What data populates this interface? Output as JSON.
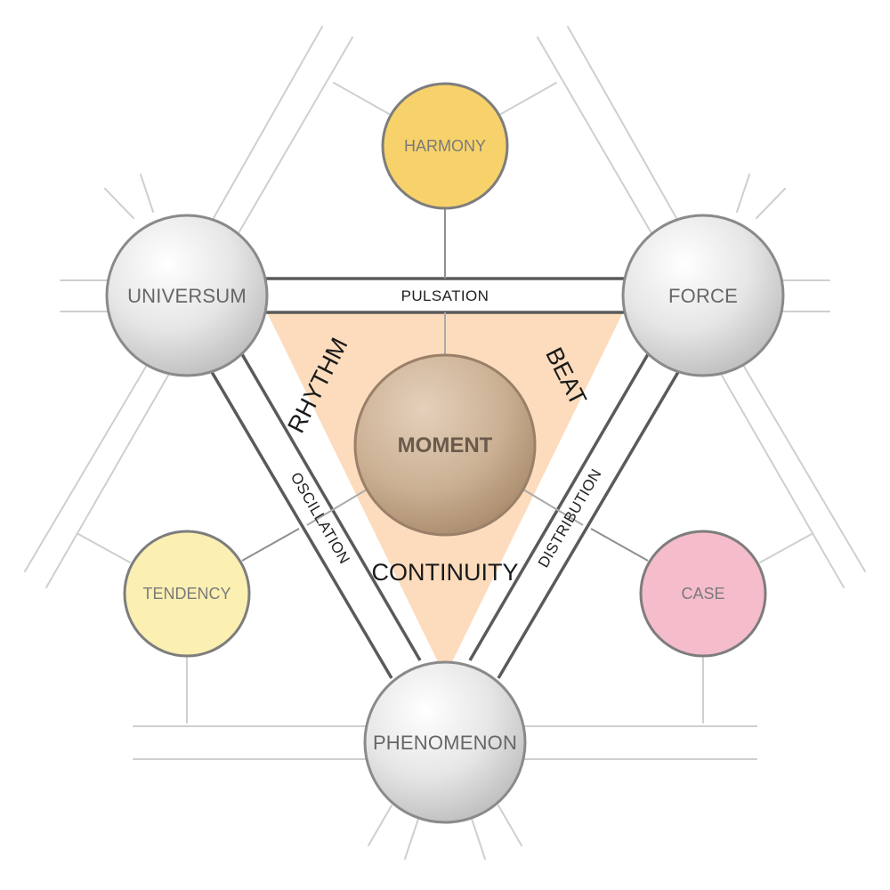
{
  "diagram": {
    "center": {
      "label": "MOMENT"
    },
    "vertices": {
      "universum": "UNIVERSUM",
      "force": "FORCE",
      "phenomenon": "PHENOMENON"
    },
    "outer_nodes": {
      "harmony": {
        "label": "HARMONY",
        "color": "#f7d26a"
      },
      "tendency": {
        "label": "TENDENCY",
        "color": "#fbefb2"
      },
      "case": {
        "label": "CASE",
        "color": "#f5bccb"
      }
    },
    "bands": {
      "top": "PULSATION",
      "left": "OSCILLATION",
      "right": "DISTRIBUTION"
    },
    "facets": {
      "left": "RHYTHM",
      "right": "BEAT",
      "bottom": "CONTINUITY"
    },
    "colors": {
      "triangle_fill": "#fcdcbd",
      "vertex_node": "#e4e4e4",
      "center_node": "#c8ab8f",
      "node_stroke": "#7d7d7d"
    }
  }
}
